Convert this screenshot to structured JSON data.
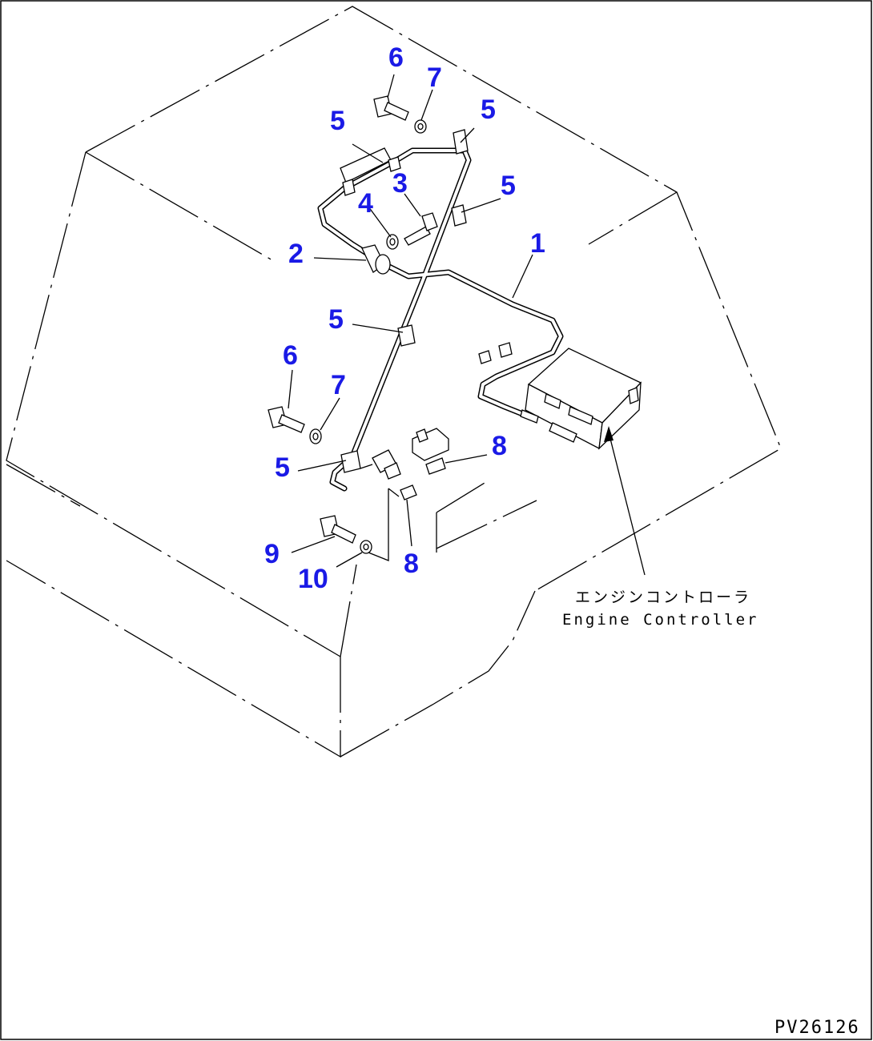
{
  "diagram": {
    "callouts": {
      "c1": "1",
      "c2": "2",
      "c3": "3",
      "c4": "4",
      "c5a": "5",
      "c5b": "5",
      "c5c": "5",
      "c5d": "5",
      "c5e": "5",
      "c6a": "6",
      "c6b": "6",
      "c7a": "7",
      "c7b": "7",
      "c8a": "8",
      "c8b": "8",
      "c9": "9",
      "c10": "10"
    },
    "controller_label_jp": "エンジンコントローラ",
    "controller_label_en": "Engine Controller",
    "drawing_code": "PV26126",
    "callout_color": "#1a1ae6"
  }
}
